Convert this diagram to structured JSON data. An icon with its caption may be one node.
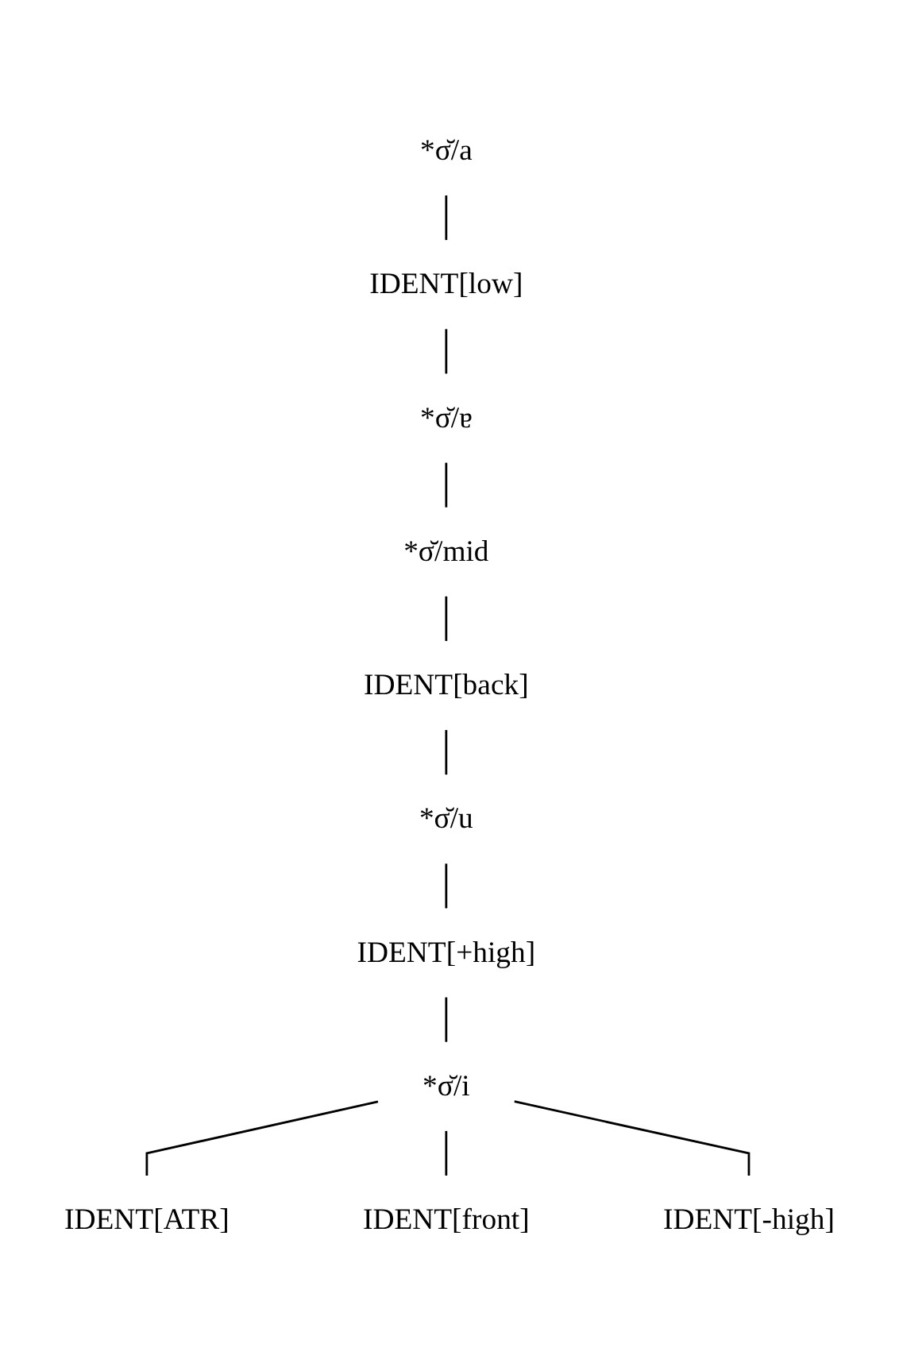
{
  "diagram": {
    "nodes": [
      {
        "text": [
          "*σ̆/a"
        ]
      },
      {
        "text": [
          "IDENT[low]"
        ]
      },
      {
        "text": [
          "*σ̆/ɐ"
        ]
      },
      {
        "text": [
          "*σ̆/mid"
        ]
      },
      {
        "text": [
          "IDENT[back]"
        ]
      },
      {
        "text": [
          "*σ̆/u"
        ]
      },
      {
        "text": [
          "IDENT[+high]"
        ]
      },
      {
        "text": [
          "*σ̆/i"
        ]
      },
      {
        "text": [
          "IDENT[ATR]"
        ]
      },
      {
        "text": [
          "IDENT[front]"
        ]
      },
      {
        "text": [
          "IDENT[-high]"
        ]
      }
    ],
    "edges": [
      {
        "from": 0,
        "to": 1,
        "arrow": "none"
      },
      {
        "from": 1,
        "to": 2,
        "arrow": "none"
      },
      {
        "from": 2,
        "to": 3,
        "arrow": "none"
      },
      {
        "from": 3,
        "to": 4,
        "arrow": "none"
      },
      {
        "from": 4,
        "to": 5,
        "arrow": "none"
      },
      {
        "from": 5,
        "to": 6,
        "arrow": "none"
      },
      {
        "from": 6,
        "to": 7,
        "arrow": "none"
      },
      {
        "from": 7,
        "to": 8,
        "arrow": "none"
      },
      {
        "from": 7,
        "to": 9,
        "arrow": "none"
      },
      {
        "from": 7,
        "to": 10,
        "arrow": "none"
      }
    ]
  }
}
